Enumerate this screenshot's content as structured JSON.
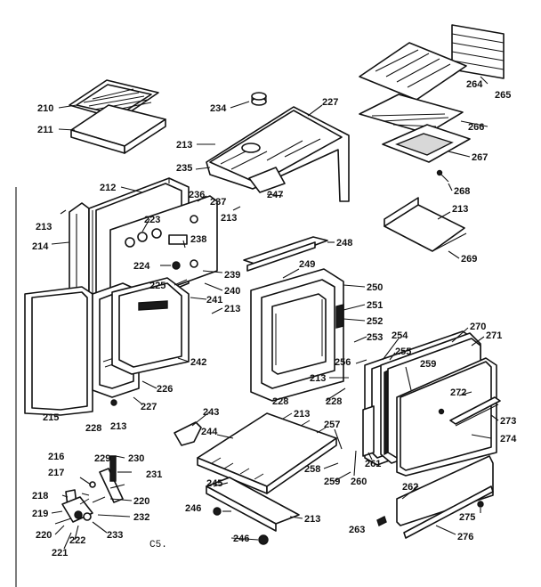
{
  "labels": {
    "l210": "210",
    "l211": "211",
    "l212": "212",
    "l213": "213",
    "l214": "214",
    "l215": "215",
    "l216": "216",
    "l217": "217",
    "l218": "218",
    "l219": "219",
    "l220": "220",
    "l221": "221",
    "l222": "222",
    "l223": "223",
    "l224": "224",
    "l225": "225",
    "l226": "226",
    "l227": "227",
    "l228": "228",
    "l229": "229",
    "l230": "230",
    "l231": "231",
    "l232": "232",
    "l233": "233",
    "l234": "234",
    "l235": "235",
    "l236": "236",
    "l237": "237",
    "l238": "238",
    "l239": "239",
    "l240": "240",
    "l241": "241",
    "l242": "242",
    "l243": "243",
    "l244": "244",
    "l245": "245",
    "l246": "246",
    "l248": "248",
    "l249": "249",
    "l247": "247",
    "l250": "250",
    "l251": "251",
    "l252": "252",
    "l253": "253",
    "l254": "254",
    "l255": "255",
    "l256": "256",
    "l257": "257",
    "l258": "258",
    "l259": "259",
    "l260": "260",
    "l261": "261",
    "l262": "262",
    "l263": "263",
    "l264": "264",
    "l265": "265",
    "l266": "266",
    "l267": "267",
    "l268": "268",
    "l269": "269",
    "l270": "270",
    "l271": "271",
    "l272": "272",
    "l273": "273",
    "l274": "274",
    "l275": "275",
    "l276": "276"
  },
  "mark_c5": "C5."
}
